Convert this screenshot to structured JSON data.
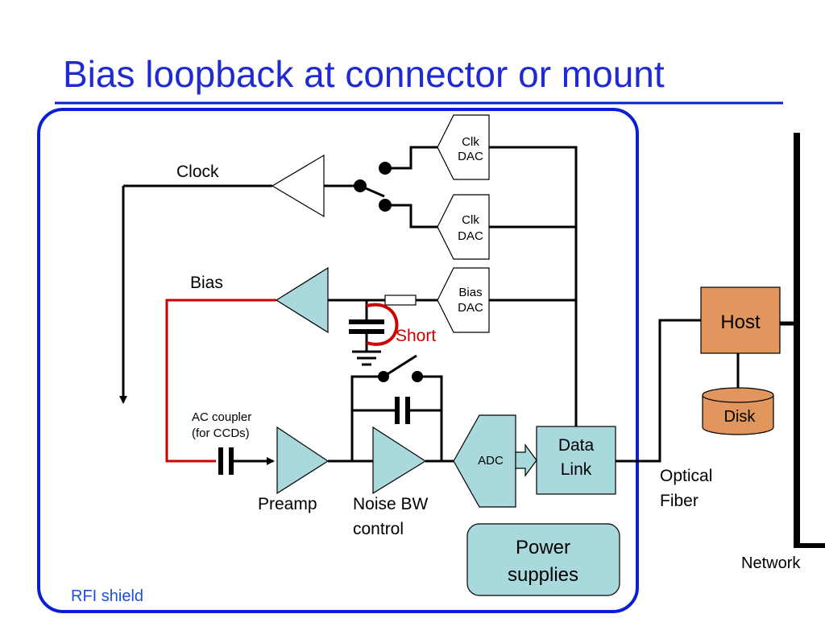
{
  "title": "Bias loopback at connector or mount",
  "colors": {
    "title": "#1f2bd1",
    "shield": "#0a1ed6",
    "signal": "#000000",
    "short": "#cc0000",
    "block_fill": "#a9d9dd",
    "host_fill": "#e0965c"
  },
  "labels": {
    "clock": "Clock",
    "bias": "Bias",
    "short": "Short",
    "ac_coupler_line1": "AC coupler",
    "ac_coupler_line2": "(for CCDs)",
    "preamp": "Preamp",
    "noise_bw_line1": "Noise BW",
    "noise_bw_line2": "control",
    "rfi_shield": "RFI shield",
    "optical_line1": "Optical",
    "optical_line2": "Fiber",
    "network": "Network"
  },
  "blocks": {
    "clk_dac_1": [
      "Clk",
      "DAC"
    ],
    "clk_dac_2": [
      "Clk",
      "DAC"
    ],
    "bias_dac": [
      "Bias",
      "DAC"
    ],
    "adc": "ADC",
    "data_link": [
      "Data",
      "Link"
    ],
    "power_supplies": [
      "Power",
      "supplies"
    ],
    "host": "Host",
    "disk": "Disk"
  }
}
